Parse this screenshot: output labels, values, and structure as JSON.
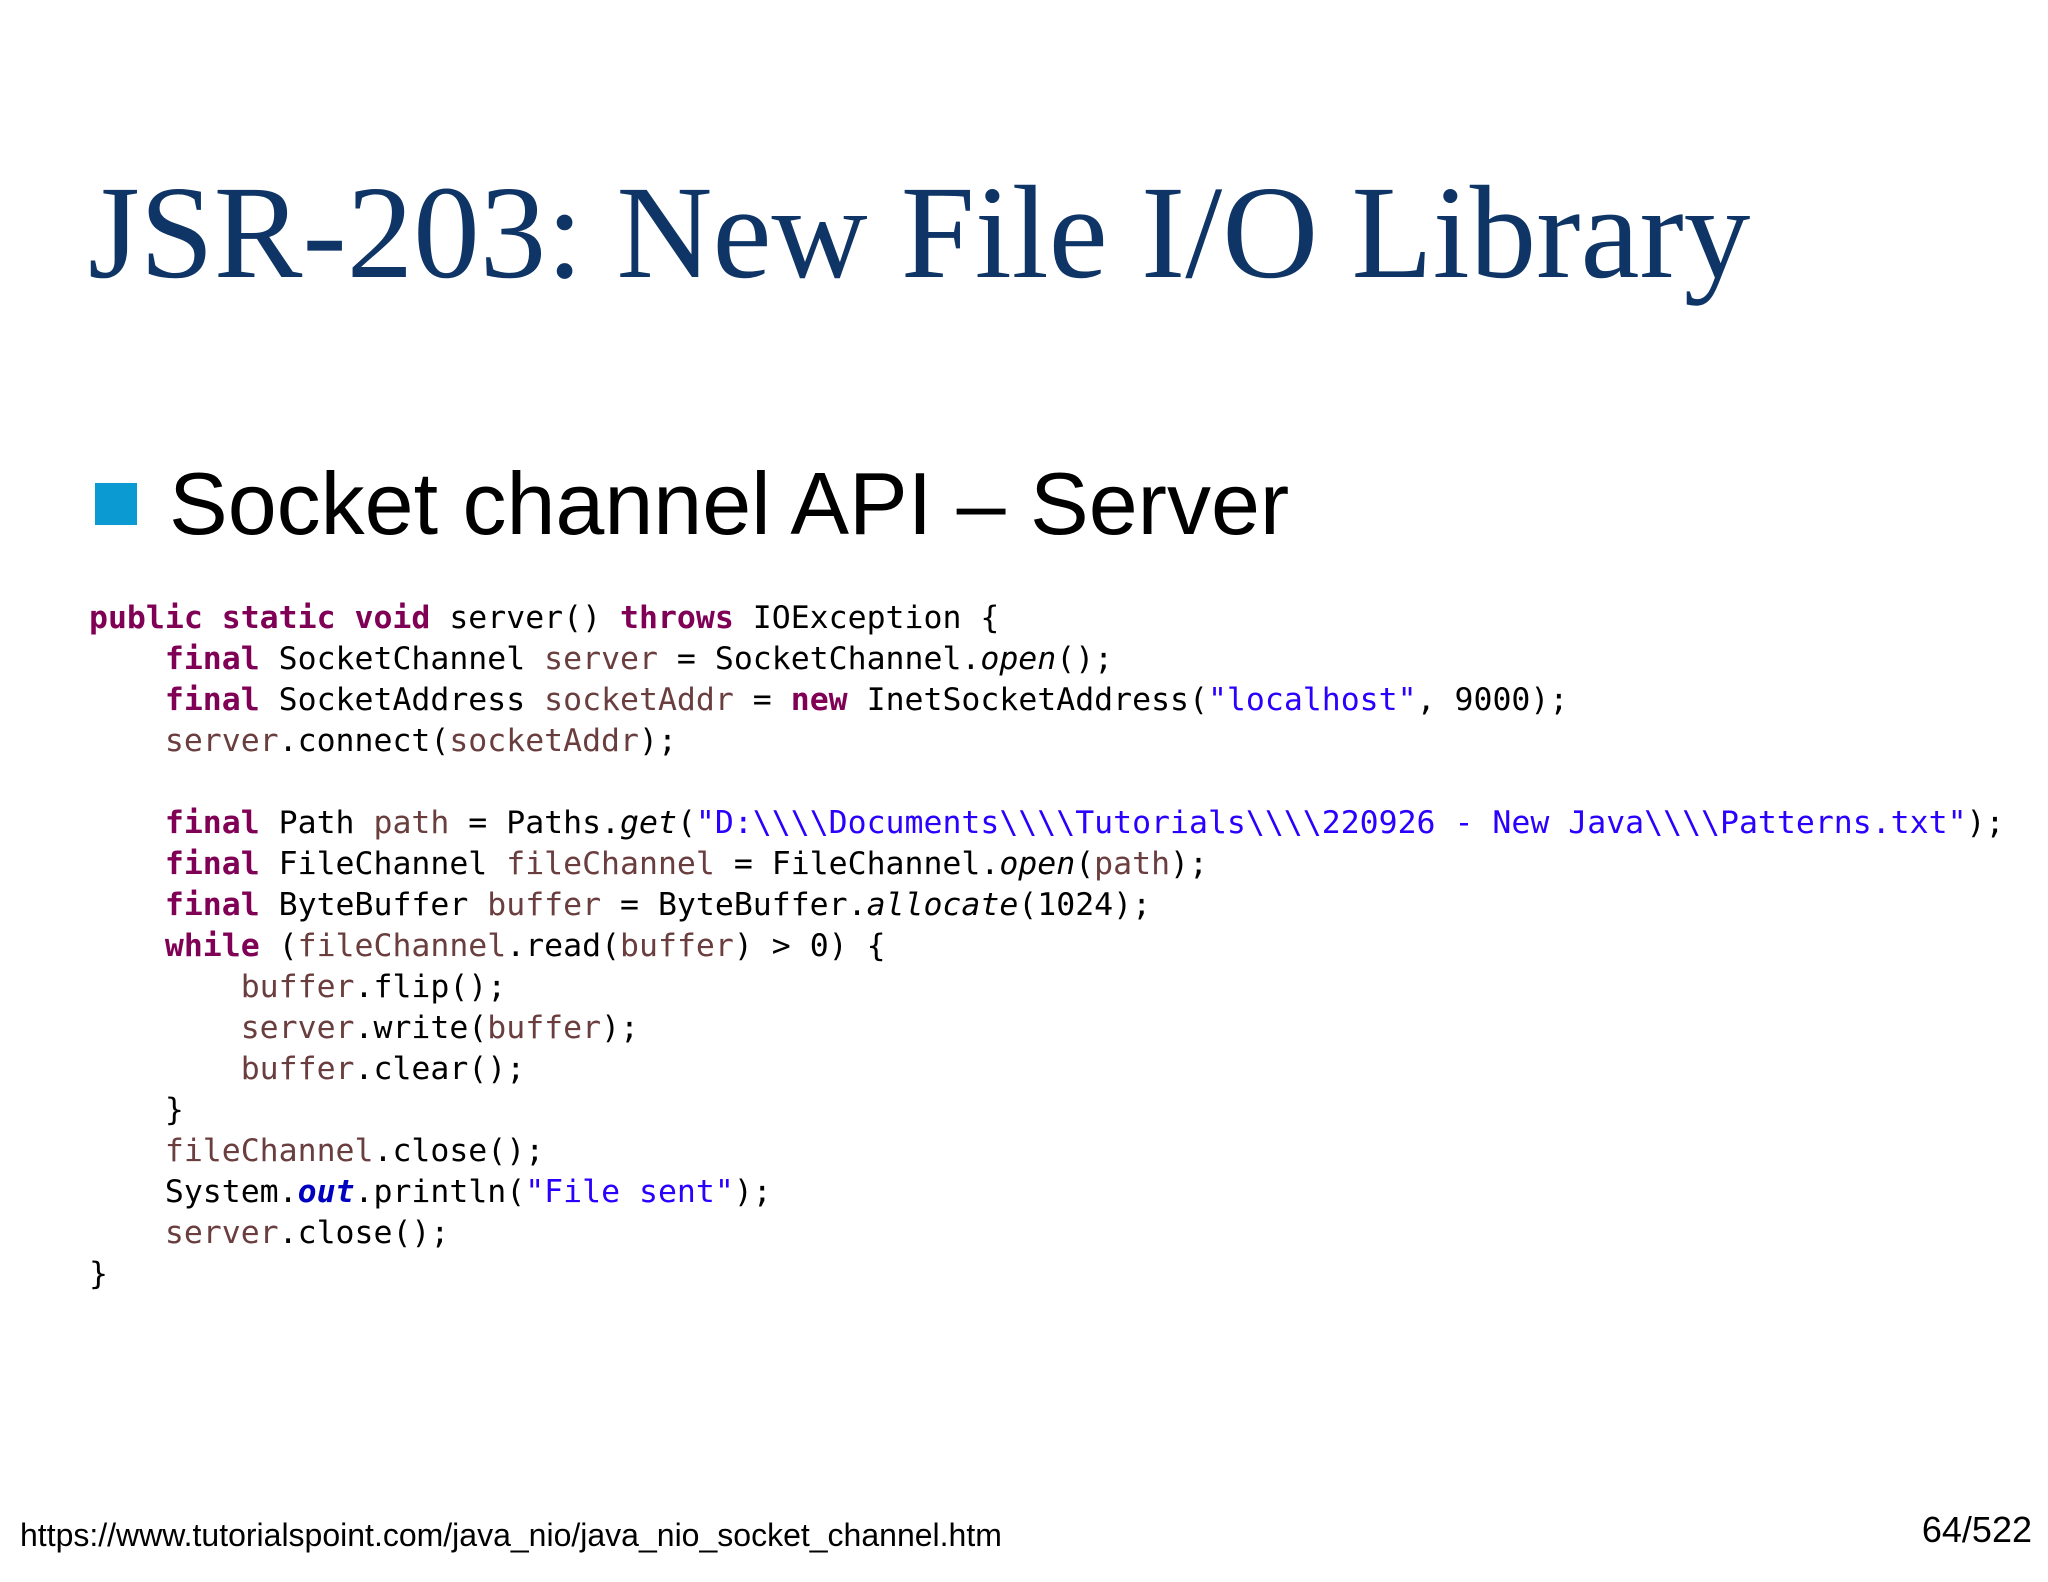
{
  "slide": {
    "title": "JSR-203: New File I/O Library",
    "bullet": {
      "icon": "square-bullet-icon",
      "color": "#0c9ad3",
      "text": "Socket channel API – Server"
    },
    "code": {
      "language": "java",
      "colors": {
        "keyword": "#7f0055",
        "variable": "#6a3e3e",
        "string": "#2a00ff",
        "static_field": "#0000c0",
        "title": "#0f3566"
      },
      "lines": [
        [
          {
            "t": "kw",
            "v": "public static void"
          },
          {
            "t": "",
            "v": " server() "
          },
          {
            "t": "kw",
            "v": "throws"
          },
          {
            "t": "",
            "v": " IOException {"
          }
        ],
        [
          {
            "t": "",
            "v": "    "
          },
          {
            "t": "kw",
            "v": "final"
          },
          {
            "t": "",
            "v": " SocketChannel "
          },
          {
            "t": "var",
            "v": "server"
          },
          {
            "t": "",
            "v": " = SocketChannel."
          },
          {
            "t": "it",
            "v": "open"
          },
          {
            "t": "",
            "v": "();"
          }
        ],
        [
          {
            "t": "",
            "v": "    "
          },
          {
            "t": "kw",
            "v": "final"
          },
          {
            "t": "",
            "v": " SocketAddress "
          },
          {
            "t": "var",
            "v": "socketAddr"
          },
          {
            "t": "",
            "v": " = "
          },
          {
            "t": "kw",
            "v": "new"
          },
          {
            "t": "",
            "v": " InetSocketAddress("
          },
          {
            "t": "str",
            "v": "\"localhost\""
          },
          {
            "t": "",
            "v": ", 9000);"
          }
        ],
        [
          {
            "t": "",
            "v": "    "
          },
          {
            "t": "var",
            "v": "server"
          },
          {
            "t": "",
            "v": ".connect("
          },
          {
            "t": "var",
            "v": "socketAddr"
          },
          {
            "t": "",
            "v": ");"
          }
        ],
        [
          {
            "t": "",
            "v": ""
          }
        ],
        [
          {
            "t": "",
            "v": "    "
          },
          {
            "t": "kw",
            "v": "final"
          },
          {
            "t": "",
            "v": " Path "
          },
          {
            "t": "var",
            "v": "path"
          },
          {
            "t": "",
            "v": " = Paths."
          },
          {
            "t": "it",
            "v": "get"
          },
          {
            "t": "",
            "v": "("
          },
          {
            "t": "str",
            "v": "\"D:\\\\\\\\Documents\\\\\\\\Tutorials\\\\\\\\220926 - New Java\\\\\\\\Patterns.txt\""
          },
          {
            "t": "",
            "v": ");"
          }
        ],
        [
          {
            "t": "",
            "v": "    "
          },
          {
            "t": "kw",
            "v": "final"
          },
          {
            "t": "",
            "v": " FileChannel "
          },
          {
            "t": "var",
            "v": "fileChannel"
          },
          {
            "t": "",
            "v": " = FileChannel."
          },
          {
            "t": "it",
            "v": "open"
          },
          {
            "t": "",
            "v": "("
          },
          {
            "t": "var",
            "v": "path"
          },
          {
            "t": "",
            "v": ");"
          }
        ],
        [
          {
            "t": "",
            "v": "    "
          },
          {
            "t": "kw",
            "v": "final"
          },
          {
            "t": "",
            "v": " ByteBuffer "
          },
          {
            "t": "var",
            "v": "buffer"
          },
          {
            "t": "",
            "v": " = ByteBuffer."
          },
          {
            "t": "it",
            "v": "allocate"
          },
          {
            "t": "",
            "v": "(1024);"
          }
        ],
        [
          {
            "t": "",
            "v": "    "
          },
          {
            "t": "kw",
            "v": "while"
          },
          {
            "t": "",
            "v": " ("
          },
          {
            "t": "var",
            "v": "fileChannel"
          },
          {
            "t": "",
            "v": ".read("
          },
          {
            "t": "var",
            "v": "buffer"
          },
          {
            "t": "",
            "v": ") > 0) {"
          }
        ],
        [
          {
            "t": "",
            "v": "        "
          },
          {
            "t": "var",
            "v": "buffer"
          },
          {
            "t": "",
            "v": ".flip();"
          }
        ],
        [
          {
            "t": "",
            "v": "        "
          },
          {
            "t": "var",
            "v": "server"
          },
          {
            "t": "",
            "v": ".write("
          },
          {
            "t": "var",
            "v": "buffer"
          },
          {
            "t": "",
            "v": ");"
          }
        ],
        [
          {
            "t": "",
            "v": "        "
          },
          {
            "t": "var",
            "v": "buffer"
          },
          {
            "t": "",
            "v": ".clear();"
          }
        ],
        [
          {
            "t": "",
            "v": "    }"
          }
        ],
        [
          {
            "t": "",
            "v": "    "
          },
          {
            "t": "var",
            "v": "fileChannel"
          },
          {
            "t": "",
            "v": ".close();"
          }
        ],
        [
          {
            "t": "",
            "v": "    System."
          },
          {
            "t": "sf",
            "v": "out"
          },
          {
            "t": "",
            "v": ".println("
          },
          {
            "t": "str",
            "v": "\"File sent\""
          },
          {
            "t": "",
            "v": ");"
          }
        ],
        [
          {
            "t": "",
            "v": "    "
          },
          {
            "t": "var",
            "v": "server"
          },
          {
            "t": "",
            "v": ".close();"
          }
        ],
        [
          {
            "t": "",
            "v": "}"
          }
        ]
      ]
    },
    "footer": {
      "url": "https://www.tutorialspoint.com/java_nio/java_nio_socket_channel.htm",
      "page": "64/522"
    }
  }
}
